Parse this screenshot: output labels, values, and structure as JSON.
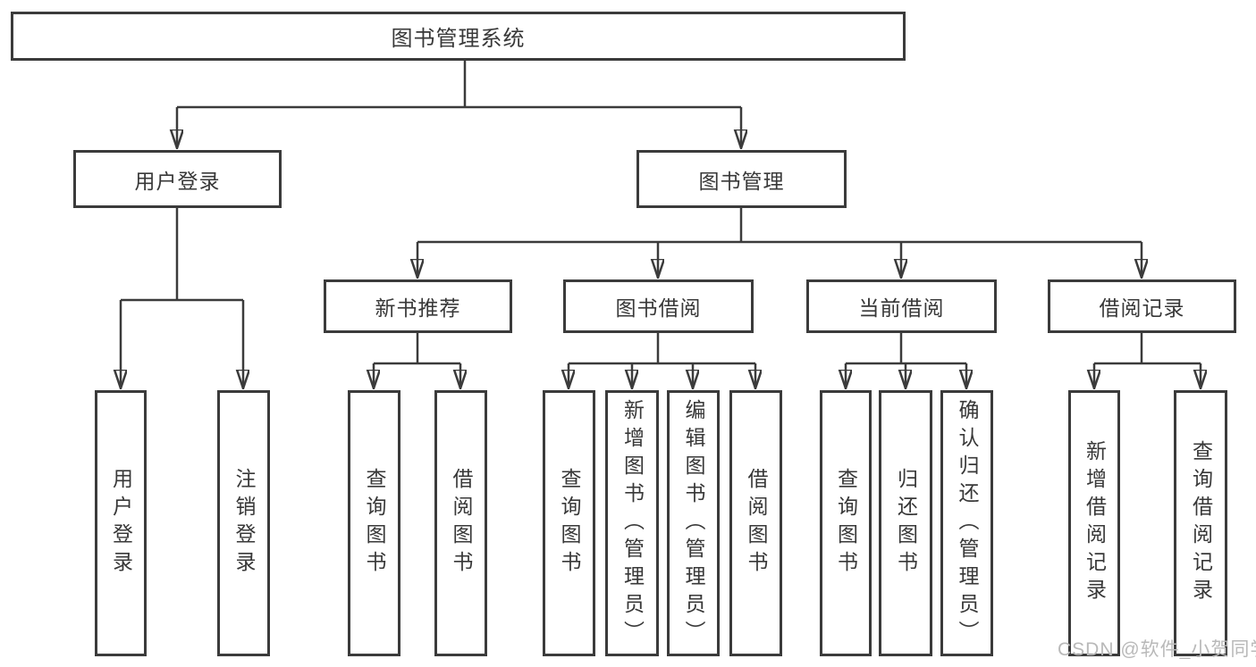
{
  "diagram_title": "图书管理系统",
  "tree": {
    "label": "图书管理系统",
    "children": [
      {
        "label": "用户登录",
        "children": [
          {
            "label": "用户登录"
          },
          {
            "label": "注销登录"
          }
        ]
      },
      {
        "label": "图书管理",
        "children": [
          {
            "label": "新书推荐",
            "children": [
              {
                "label": "查询图书"
              },
              {
                "label": "借阅图书"
              }
            ]
          },
          {
            "label": "图书借阅",
            "children": [
              {
                "label": "查询图书"
              },
              {
                "label": "新增图书（管理员）"
              },
              {
                "label": "编辑图书（管理员）"
              },
              {
                "label": "借阅图书"
              }
            ]
          },
          {
            "label": "当前借阅",
            "children": [
              {
                "label": "查询图书"
              },
              {
                "label": "归还图书"
              },
              {
                "label": "确认归还（管理员）"
              }
            ]
          },
          {
            "label": "借阅记录",
            "children": [
              {
                "label": "新增借阅记录"
              },
              {
                "label": "查询借阅记录"
              }
            ]
          }
        ]
      }
    ]
  },
  "watermark": {
    "text": "CSDN @软件_小贺同学"
  },
  "colors": {
    "line": "#3b3b3b",
    "box_border": "#3b3b3b",
    "text": "#383838",
    "background": "#ffffff",
    "watermark": "#b9b9b9"
  }
}
